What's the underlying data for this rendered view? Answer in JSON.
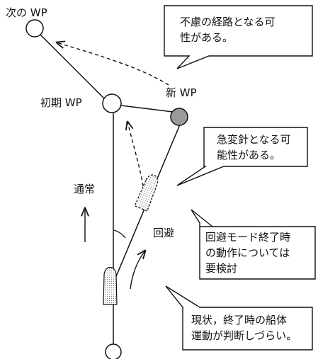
{
  "waypoints": {
    "next": "次の WP",
    "initial": "初期 WP",
    "new": "新 WP"
  },
  "labels": {
    "normal": "通常",
    "avoid": "回避"
  },
  "callouts": {
    "route": [
      "不慮の経路となる可",
      "性がある。"
    ],
    "sharp_turn": [
      "急変針となる可",
      "能性がある。"
    ],
    "mode_end": [
      "回避モード終了時",
      "の動作については",
      "要検討"
    ],
    "current": [
      "現状，終了時の船体",
      "運動が判断しづらい。"
    ]
  }
}
